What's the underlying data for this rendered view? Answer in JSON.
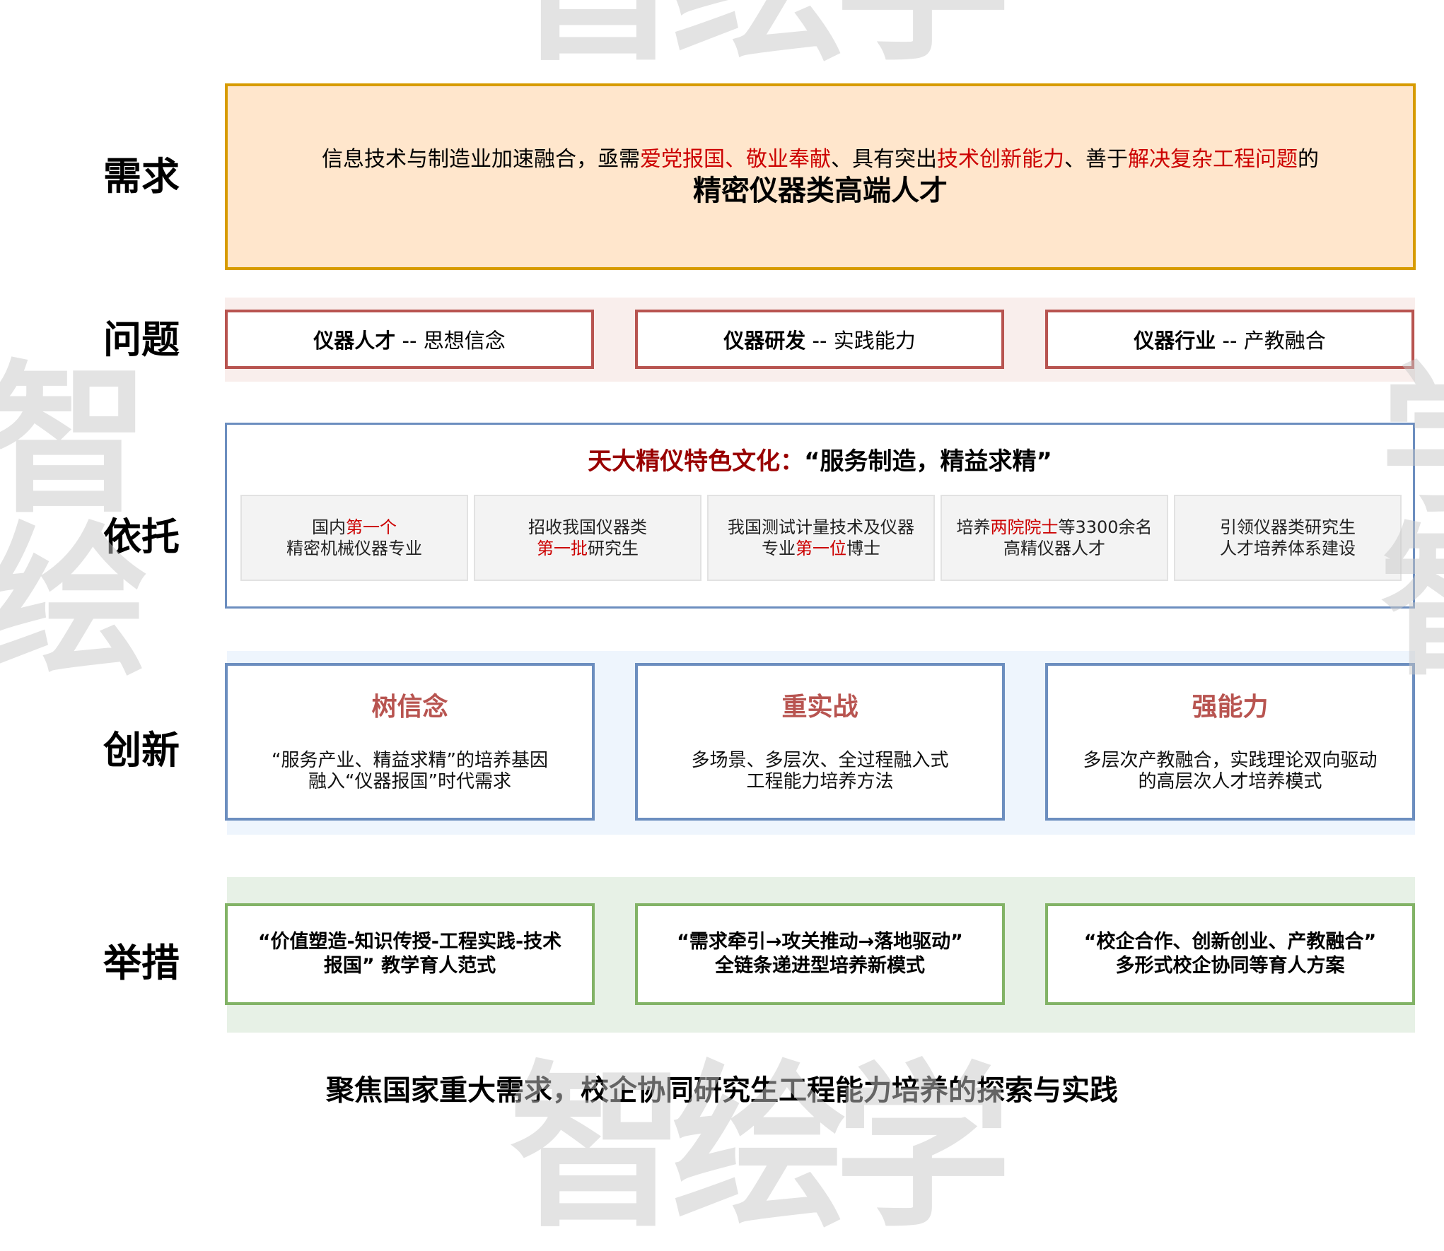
{
  "labels": {
    "demand": "需求",
    "problem": "问题",
    "basis": "依托",
    "innovation": "创新",
    "measures": "举措"
  },
  "demand": {
    "line1": [
      {
        "text": "信息技术与制造业加速融合，亟需",
        "highlight": false
      },
      {
        "text": "爱党报国、敬业奉献",
        "highlight": true
      },
      {
        "text": "、具有突出",
        "highlight": false
      },
      {
        "text": "技术创新能力",
        "highlight": true
      },
      {
        "text": "、善于",
        "highlight": false
      },
      {
        "text": "解决复杂工程问题",
        "highlight": true
      },
      {
        "text": "的",
        "highlight": false
      }
    ],
    "line2": "精密仪器类高端人才"
  },
  "problems": [
    {
      "bold": "仪器人才",
      "sep": " -- ",
      "text": "思想信念"
    },
    {
      "bold": "仪器研发",
      "sep": " -- ",
      "text": "实践能力"
    },
    {
      "bold": "仪器行业",
      "sep": " -- ",
      "text": "产教融合"
    }
  ],
  "basis": {
    "title_red": "天大精仪特色文化：",
    "title_black": "“服务制造，精益求精”",
    "cells": [
      {
        "line1": [
          {
            "text": "国内",
            "highlight": false
          },
          {
            "text": "第一个",
            "highlight": true
          }
        ],
        "line2": [
          {
            "text": "精密机械仪器专业",
            "highlight": false
          }
        ]
      },
      {
        "line1": [
          {
            "text": "招收我国仪器类",
            "highlight": false
          }
        ],
        "line2": [
          {
            "text": "第一批",
            "highlight": true
          },
          {
            "text": "研究生",
            "highlight": false
          }
        ]
      },
      {
        "line1": [
          {
            "text": "我国测试计量技术及仪器",
            "highlight": false
          }
        ],
        "line2": [
          {
            "text": "专业",
            "highlight": false
          },
          {
            "text": "第一位",
            "highlight": true
          },
          {
            "text": "博士",
            "highlight": false
          }
        ]
      },
      {
        "line1": [
          {
            "text": "培养",
            "highlight": false
          },
          {
            "text": "两院院士",
            "highlight": true
          },
          {
            "text": "等3300余名",
            "highlight": false
          }
        ],
        "line2": [
          {
            "text": "高精仪器人才",
            "highlight": false
          }
        ]
      },
      {
        "line1": [
          {
            "text": "引领仪器类研究生",
            "highlight": false
          }
        ],
        "line2": [
          {
            "text": "人才培养体系建设",
            "highlight": false
          }
        ]
      }
    ]
  },
  "innovations": [
    {
      "title": "树信念",
      "line1": "“服务产业、精益求精”的培养基因",
      "line2": "融入“仪器报国”时代需求"
    },
    {
      "title": "重实战",
      "line1": "多场景、多层次、全过程融入式",
      "line2": "工程能力培养方法"
    },
    {
      "title": "强能力",
      "line1": "多层次产教融合，实践理论双向驱动",
      "line2": "的高层次人才培养模式"
    }
  ],
  "measures": [
    {
      "line1": "“价值塑造-知识传授-工程实践-技术",
      "line2": "报国” 教学育人范式"
    },
    {
      "line1": "“需求牵引→攻关推动→落地驱动”",
      "line2": "全链条递进型培养新模式"
    },
    {
      "line1": "“校企合作、创新创业、产教融合”",
      "line2": "多形式校企协同等育人方案"
    }
  ],
  "footer_title": "聚焦国家重大需求，校企协同研究生工程能力培养的探索与实践",
  "colors": {
    "demand_border": "#d79b00",
    "demand_fill": "#ffe6cc",
    "problem_border": "#b85450",
    "basis_border": "#6c8ebf",
    "innovation_border": "#6c8ebf",
    "measures_border": "#82b366",
    "highlight_red": "#cc0000",
    "title_dark_red": "#990000"
  }
}
